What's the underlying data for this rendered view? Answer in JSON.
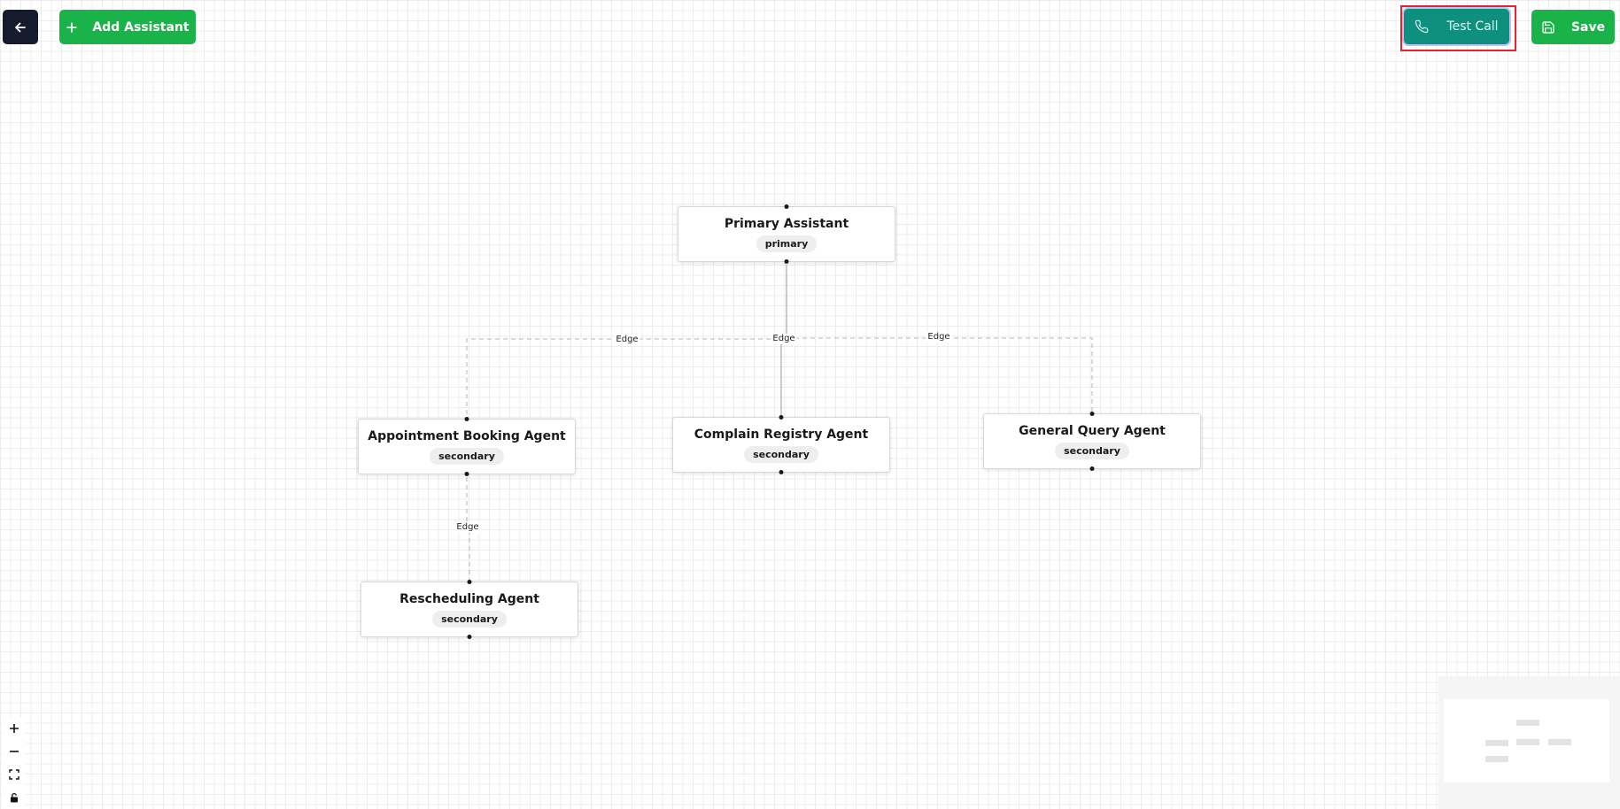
{
  "toolbar": {
    "back_icon": "arrow-left-icon",
    "add_assistant_label": "Add Assistant",
    "add_icon": "plus-icon",
    "test_call_label": "Test Call",
    "test_call_icon": "phone-icon",
    "save_label": "Save",
    "save_icon": "floppy-disk-icon"
  },
  "colors": {
    "back_button": "#151a2d",
    "primary_green": "#1ab34a",
    "test_call": "#0f8f7d",
    "highlight": "#e5232e"
  },
  "nodes": [
    {
      "title": "Primary Assistant",
      "type": "primary"
    },
    {
      "title": "Appointment Booking Agent",
      "type": "secondary"
    },
    {
      "title": "Complain Registry Agent",
      "type": "secondary"
    },
    {
      "title": "General Query Agent",
      "type": "secondary"
    },
    {
      "title": "Rescheduling Agent",
      "type": "secondary"
    }
  ],
  "edges": [
    {
      "source": "Primary Assistant",
      "target": "Appointment Booking Agent",
      "label": "Edge"
    },
    {
      "source": "Primary Assistant",
      "target": "Complain Registry Agent",
      "label": "Edge"
    },
    {
      "source": "Primary Assistant",
      "target": "General Query Agent",
      "label": "Edge"
    },
    {
      "source": "Appointment Booking Agent",
      "target": "Rescheduling Agent",
      "label": "Edge"
    }
  ],
  "controls": {
    "zoom_in_icon": "plus-icon",
    "zoom_out_icon": "minus-icon",
    "fit_view_icon": "fit-view-icon",
    "lock_icon": "lock-icon"
  }
}
